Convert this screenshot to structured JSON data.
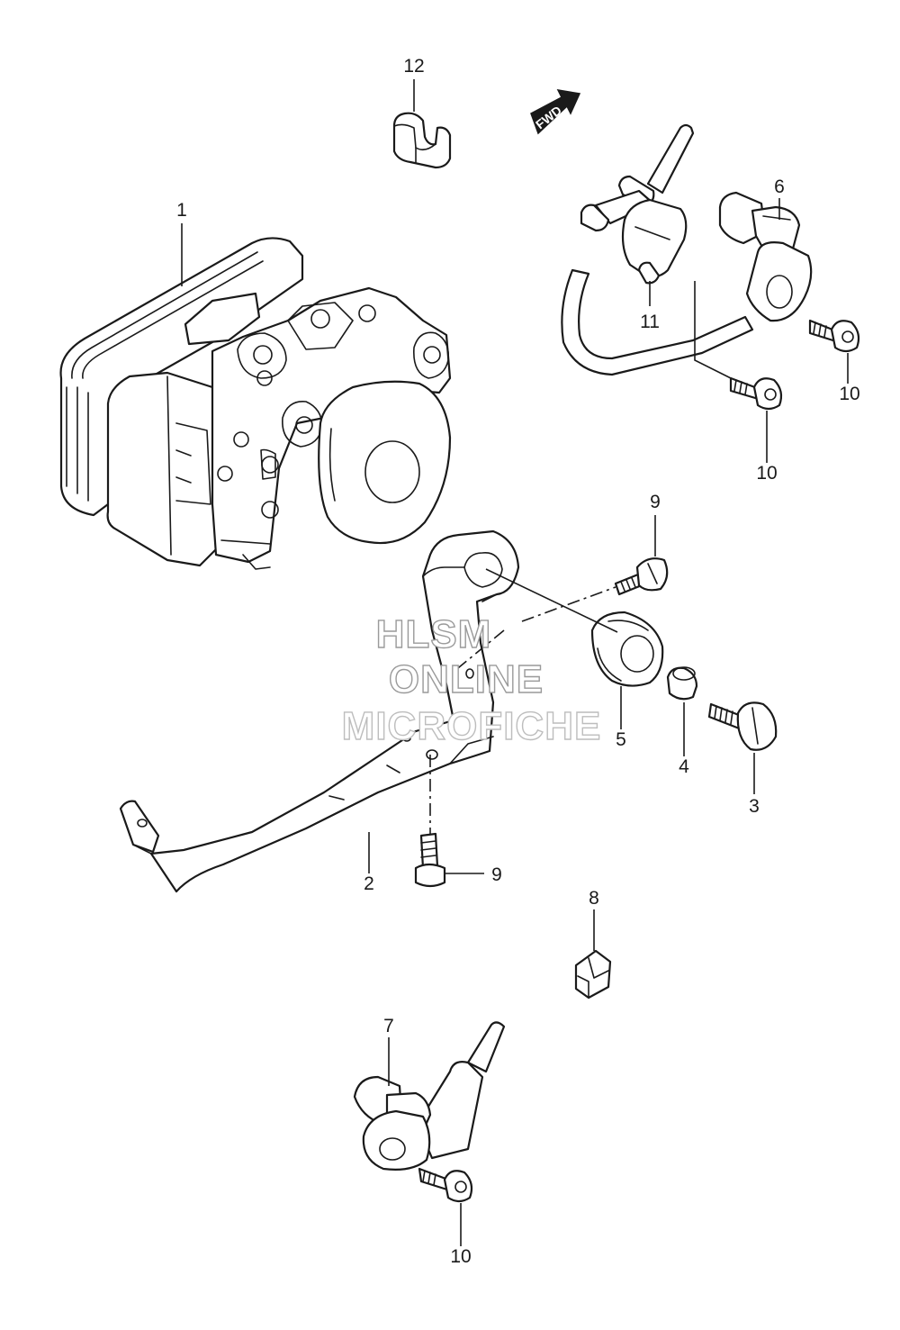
{
  "fwd_label": "FWD",
  "watermark": {
    "line1": "HLSM",
    "line2": "ONLINE",
    "line3": "MICROFICHE"
  },
  "callouts": {
    "c1": "1",
    "c2": "2",
    "c3": "3",
    "c4": "4",
    "c5": "5",
    "c6": "6",
    "c7": "7",
    "c8": "8",
    "c9a": "9",
    "c9b": "9",
    "c10a": "10",
    "c10b": "10",
    "c10c": "10",
    "c11": "11",
    "c12": "12"
  }
}
